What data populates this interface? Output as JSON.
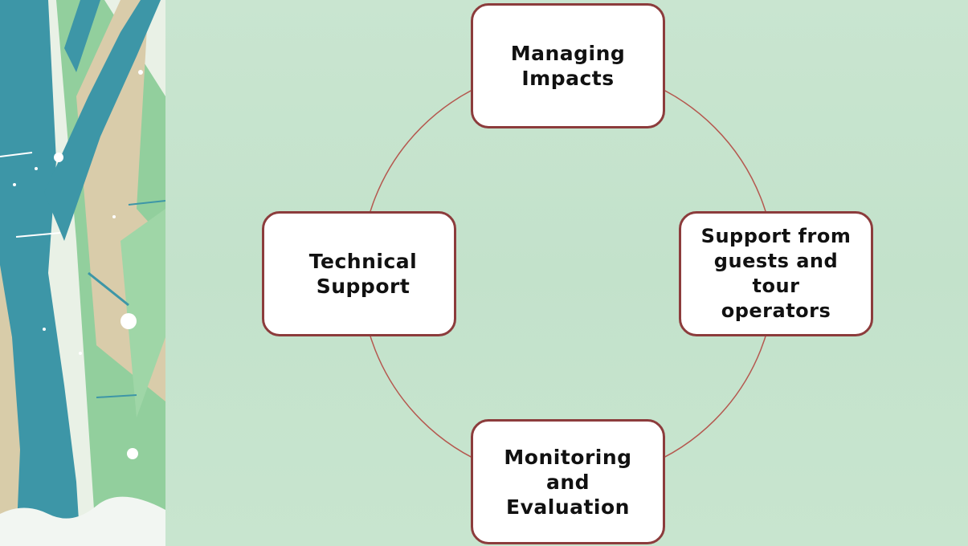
{
  "diagram": {
    "type": "cycle",
    "nodes": [
      {
        "id": "top",
        "label": "Managing\nImpacts"
      },
      {
        "id": "right",
        "label": "Support from\nguests and\ntour\noperators"
      },
      {
        "id": "bottom",
        "label": "Monitoring\nand\nEvaluation"
      },
      {
        "id": "left",
        "label": "Technical\nSupport"
      }
    ]
  },
  "colors": {
    "background": "#c7e4cf",
    "node_fill": "#ffffff",
    "node_border": "#8c3c3c",
    "ring_stroke": "#b5584f",
    "tree_trunk": "#3f97a8",
    "tree_light": "#8fcf9a",
    "tree_tan": "#d9ccaa"
  }
}
